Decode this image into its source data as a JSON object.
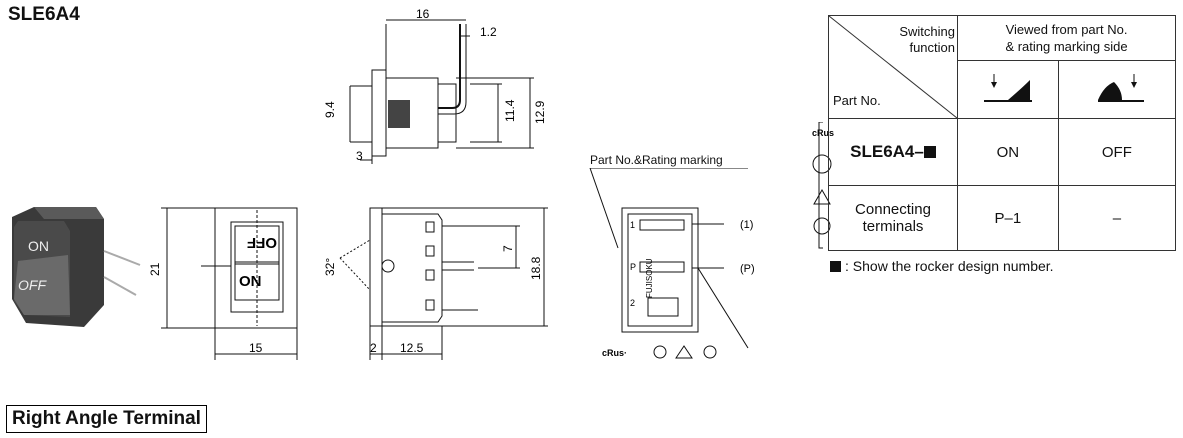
{
  "title": "SLE6A4",
  "section_heading": "Right Angle Terminal",
  "photo": {
    "on_label": "ON",
    "off_label": "OFF"
  },
  "front_view": {
    "rocker_top": "OFF",
    "rocker_bottom": "ON"
  },
  "dimensions": {
    "top_width": "16",
    "terminal": "1.2",
    "top_left": "9.4",
    "top_mid": "11.4",
    "top_right": "12.9",
    "top_bottom": "3",
    "front_height": "21",
    "front_width": "15",
    "angle": "32°",
    "side_7": "7",
    "side_height": "18.8",
    "side_2": "2",
    "side_depth": "12.5"
  },
  "marking": {
    "label": "Part No.&Rating marking",
    "terminal_1": "(1)",
    "terminal_p": "(P)",
    "brand": "FUJISOKU",
    "num_1": "1",
    "num_p": "P",
    "num_2": "2"
  },
  "table": {
    "switching_function_line1": "Switching",
    "switching_function_line2": "function",
    "part_no": "Part No.",
    "viewed_line1": "Viewed from part No.",
    "viewed_line2": "& rating marking side",
    "part_number": "SLE6A4",
    "on": "ON",
    "off": "OFF",
    "connecting_line1": "Connecting",
    "connecting_line2": "terminals",
    "terminal_value": "P–1",
    "terminal_none": "–"
  },
  "note": "Show the rocker design number."
}
